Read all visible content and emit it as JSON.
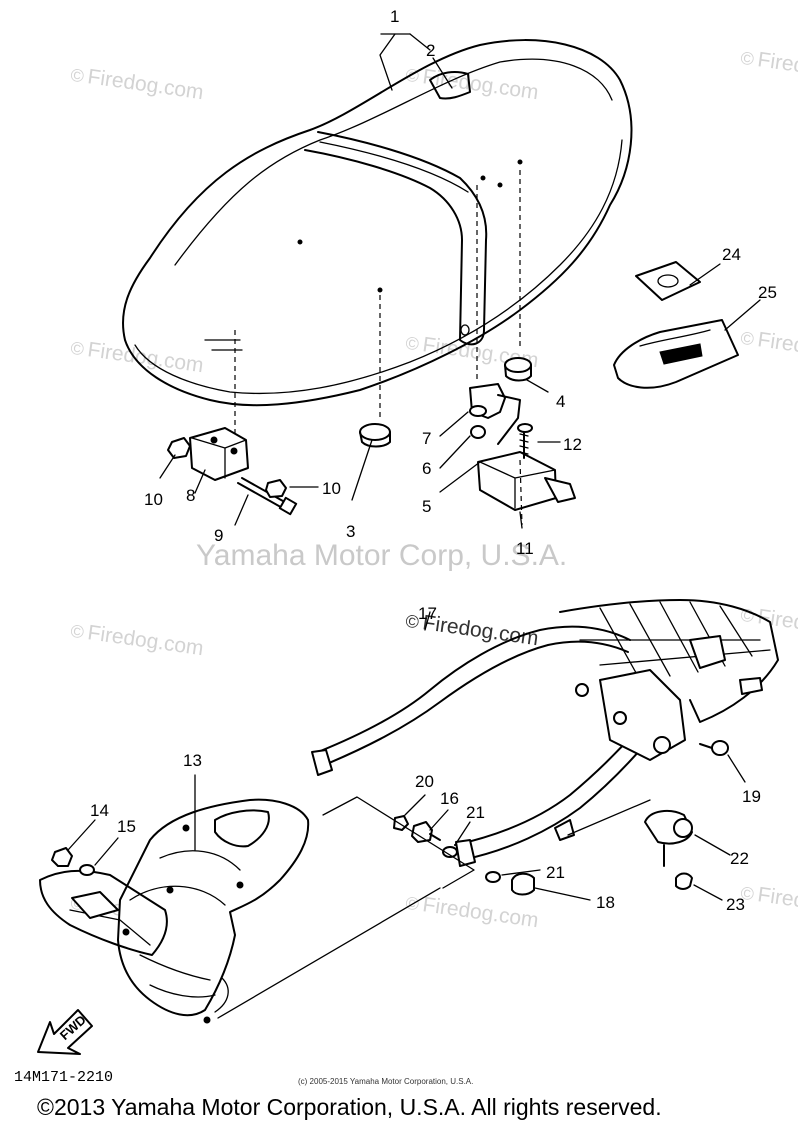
{
  "watermarks": {
    "site": "Firedog.com",
    "symbol": "©",
    "brand": "Yamaha Motor Corp, U.S.A."
  },
  "callouts": {
    "1": "1",
    "2": "2",
    "3": "3",
    "4": "4",
    "5": "5",
    "6": "6",
    "7": "7",
    "8": "8",
    "9": "9",
    "10a": "10",
    "10b": "10",
    "11": "11",
    "12": "12",
    "13": "13",
    "14": "14",
    "15": "15",
    "16": "16",
    "17": "17",
    "18": "18",
    "19": "19",
    "20": "20",
    "21a": "21",
    "21b": "21",
    "22": "22",
    "23": "23",
    "24": "24",
    "25": "25"
  },
  "fwd_label": "FWD",
  "diagram_code": "14M171-2210",
  "small_copyright": "(c) 2005-2015 Yamaha Motor Corporation, U.S.A.",
  "footer_copyright": "©2013 Yamaha Motor Corporation, U.S.A. All rights reserved."
}
